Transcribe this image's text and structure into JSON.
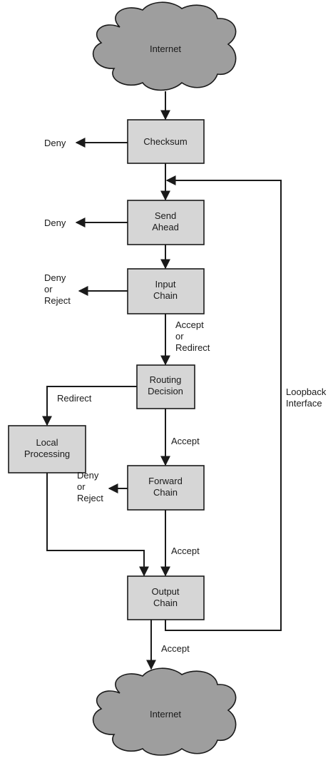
{
  "colors": {
    "box_fill": "#d6d6d6",
    "cloud_fill": "#9e9e9e",
    "stroke": "#1a1a1a"
  },
  "nodes": {
    "internet_top": [
      "Internet"
    ],
    "checksum": [
      "Checksum"
    ],
    "send_ahead": [
      "Send",
      "Ahead"
    ],
    "input_chain": [
      "Input",
      "Chain"
    ],
    "routing_decision": [
      "Routing",
      "Decision"
    ],
    "local_processing": [
      "Local",
      "Processing"
    ],
    "forward_chain": [
      "Forward",
      "Chain"
    ],
    "output_chain": [
      "Output",
      "Chain"
    ],
    "internet_bottom": [
      "Internet"
    ]
  },
  "edge_labels": {
    "checksum_deny": [
      "Deny"
    ],
    "send_ahead_deny": [
      "Deny"
    ],
    "input_deny_reject": [
      "Deny",
      "or",
      "Reject"
    ],
    "input_accept_redirect": [
      "Accept",
      "or",
      "Redirect"
    ],
    "routing_redirect": [
      "Redirect"
    ],
    "routing_accept": [
      "Accept"
    ],
    "forward_deny_reject": [
      "Deny",
      "or",
      "Reject"
    ],
    "forward_accept": [
      "Accept"
    ],
    "output_accept": [
      "Accept"
    ],
    "loopback": [
      "Loopback",
      "Interface"
    ]
  }
}
